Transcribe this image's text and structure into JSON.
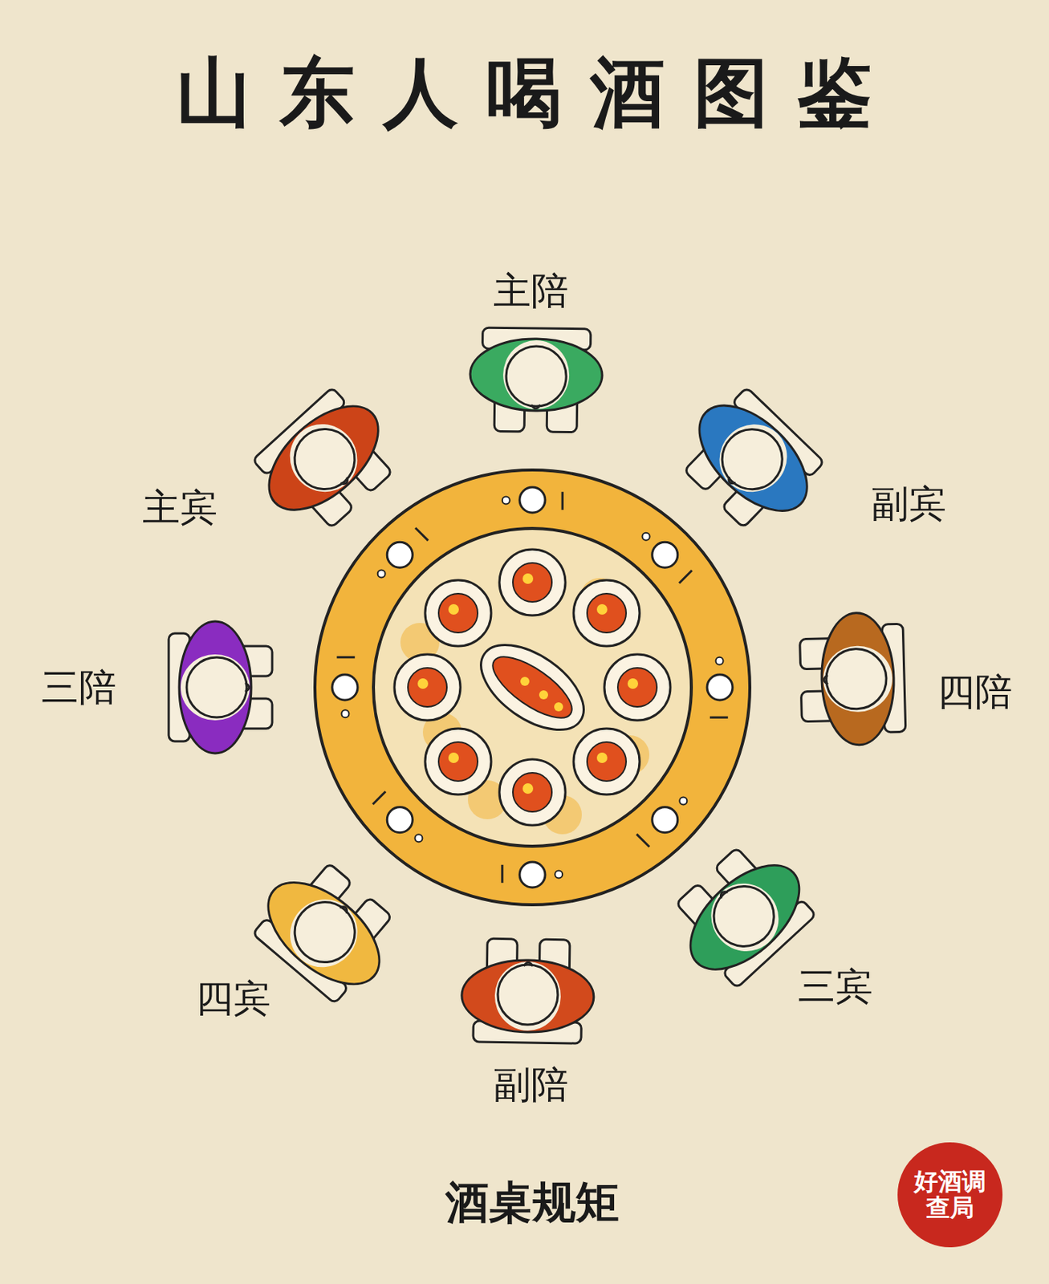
{
  "diagram": {
    "title": "山东人喝酒图鉴",
    "caption": "酒桌规矩",
    "labels": [
      "主陪",
      "副宾",
      "四陪",
      "三宾",
      "副陪",
      "四宾",
      "三陪",
      "主宾",
      "好酒调查局"
    ]
  }
}
